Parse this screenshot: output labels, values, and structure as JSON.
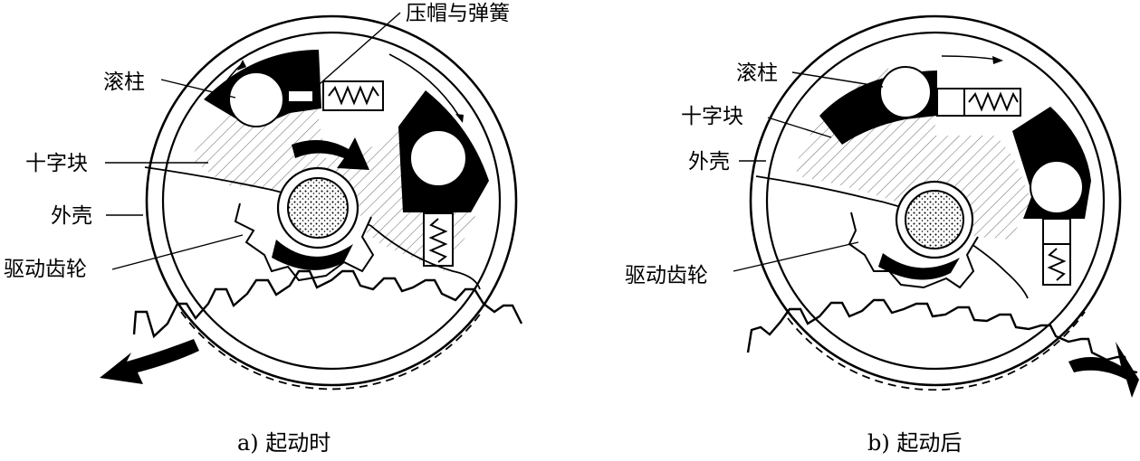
{
  "figure": {
    "left": {
      "caption": "a) 起动时",
      "labels": {
        "cap_spring": "压帽与弹簧",
        "roller": "滚柱",
        "cross_block": "十字块",
        "housing": "外壳",
        "drive_gear": "驱动齿轮"
      }
    },
    "right": {
      "caption": "b) 起动后",
      "labels": {
        "roller": "滚柱",
        "cross_block": "十字块",
        "housing": "外壳",
        "drive_gear": "驱动齿轮"
      }
    }
  }
}
